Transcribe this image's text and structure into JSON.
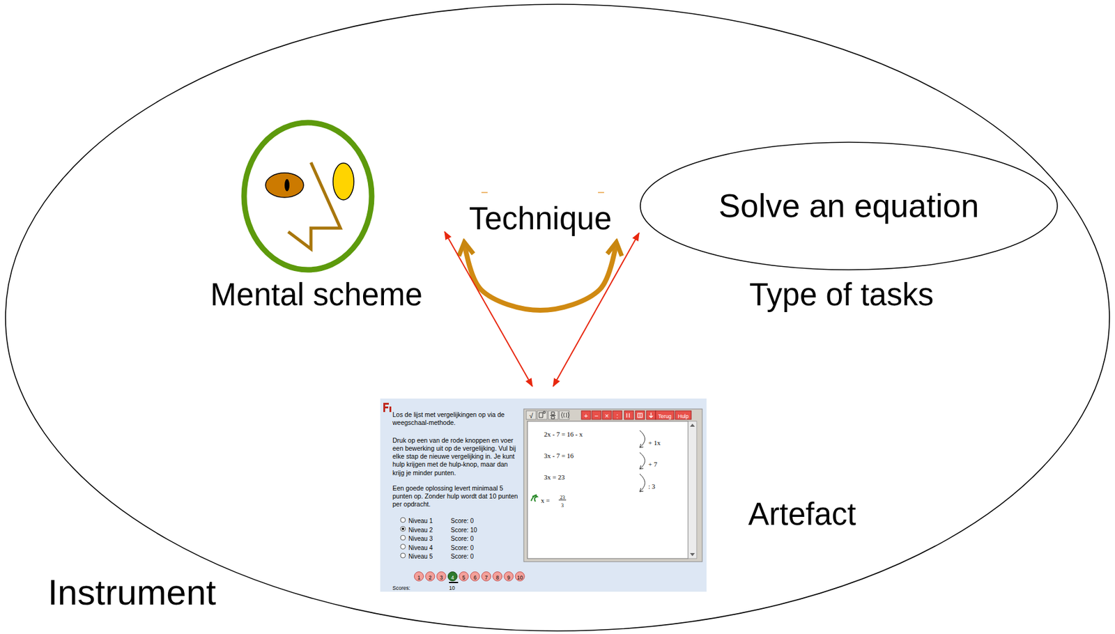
{
  "diagram": {
    "nodes": [
      {
        "text": [
          "Instrument"
        ]
      },
      {
        "text": [
          "Mental scheme"
        ],
        "in": 0
      },
      {
        "text": [
          "Solve an equation",
          "Type of tasks"
        ],
        "in": 0
      },
      {
        "text": [
          "Artefact"
        ],
        "in": 0
      }
    ],
    "edges": [
      {
        "from": 1,
        "to": 2,
        "arrow": "both",
        "label": "Technique"
      },
      {
        "from": 3,
        "to": 1,
        "arrow": "both"
      },
      {
        "from": 3,
        "to": 2,
        "arrow": "both"
      }
    ],
    "labels": [
      "Los de lijst met vergelijkingen op via de weegschaal-methode.",
      "Druk op een van de rode knoppen en voer een bewerking uit op de vergelijking. Vul bij elke stap de nieuwe vergelijking in. Je kunt hulp krijgen met de hulp-knop, maar dan krijg je minder punten.",
      "Een goede oplossing levert minimaal 5 punten op. Zonder hulp wordt dat 10 punten per opdracht.",
      "Niveau 1",
      "Niveau 2",
      "Niveau 3",
      "Niveau 4",
      "Niveau 5",
      "Score: 0",
      "Score: 10",
      "Score: 0",
      "Score: 0",
      "Score: 0",
      "1",
      "2",
      "3",
      "4",
      "5",
      "6",
      "7",
      "8",
      "9",
      "10",
      "Scores:",
      "10",
      "√",
      "+",
      "−",
      "×",
      ":",
      "Terug",
      "Hulp",
      "2x - 7 = 16 - x",
      "+ 1x",
      "3x - 7 = 16",
      "+ 7",
      "3x = 23",
      ": 3",
      "x =",
      "23",
      "3"
    ]
  }
}
